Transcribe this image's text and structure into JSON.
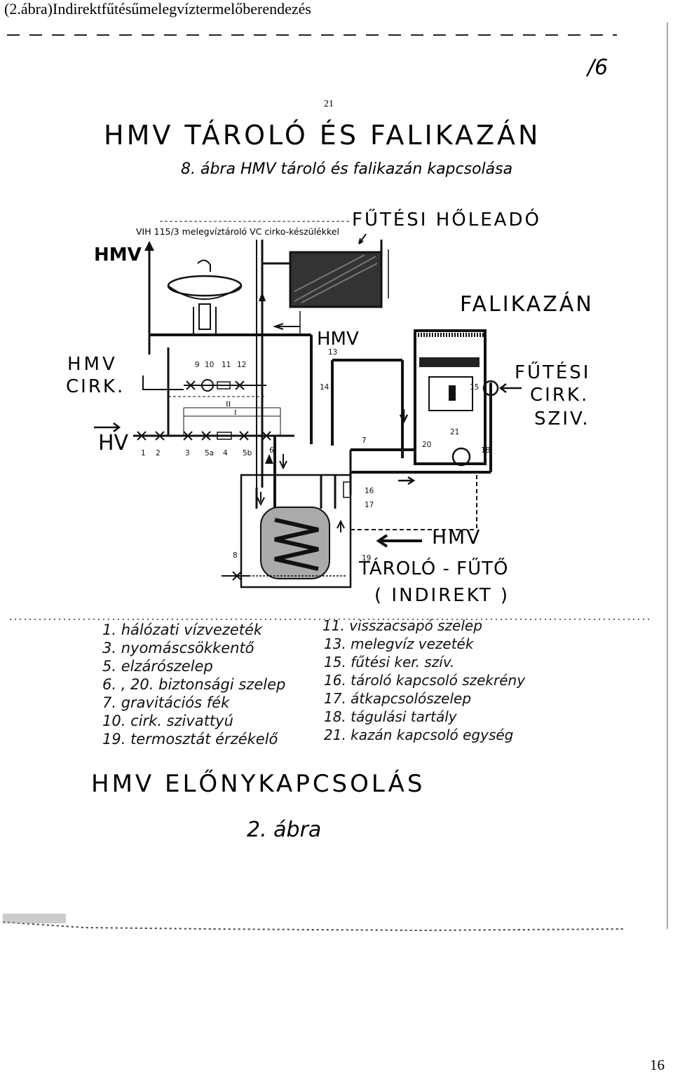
{
  "header": {
    "caption": "(2.ábra)Indirektfűtésűmelegvíztermelőberendezés"
  },
  "scan": {
    "page_mark": "/6",
    "inner_page_number": "21",
    "title": "HMV TÁROLÓ ÉS FALIKAZÁN",
    "figure_caption": "8. ábra HMV tároló és falikazán kapcsolása",
    "device_label": "VIH 115/3 melegvíztároló VC cirko-készülékkel",
    "labels": {
      "futesi_holeado": "FŰTÉSI HŐLEADÓ",
      "falikazan": "FALIKAZÁN",
      "hmv_top": "HMV",
      "hmv_pipe": "HMV",
      "hmv_cirk_1": "HMV",
      "hmv_cirk_2": "CIRK.",
      "hv": "HV",
      "futesi_cirk_1": "FŰTÉSI",
      "futesi_cirk_2": "CIRK.",
      "futesi_cirk_3": "SZIV.",
      "hmv_arrow": "HMV",
      "tarolo_futo": "TÁROLÓ - FŰTŐ",
      "indirekt": "( INDIREKT )",
      "roman_2": "II",
      "roman_1": "I"
    },
    "numbers": [
      "1",
      "2",
      "3",
      "5a",
      "4",
      "5b",
      "6",
      "7",
      "8",
      "9",
      "10",
      "11",
      "12",
      "13",
      "14",
      "15",
      "16",
      "17",
      "18",
      "19",
      "20",
      "21"
    ],
    "legend_left": [
      "1. hálózati vízvezeték",
      "3. nyomáscsökkentő",
      "5. elzárószelep",
      "6. , 20. biztonsági szelep",
      "7. gravitációs fék",
      "10. cirk. szivattyú",
      "19. termosztát érzékelő"
    ],
    "legend_right": [
      "11. visszacsapó szelep",
      "13. melegvíz vezeték",
      "15. fűtési ker. szív.",
      "16. tároló kapcsoló szekrény",
      "17. átkapcsolószelep",
      "18. tágulási tartály",
      "21. kazán kapcsoló egység"
    ],
    "footer_title": "HMV ELŐNYKAPCSOLÁS",
    "footer_caption": "2. ábra"
  },
  "page_number": "16",
  "colors": {
    "ink": "#111111",
    "paper": "#ffffff"
  }
}
